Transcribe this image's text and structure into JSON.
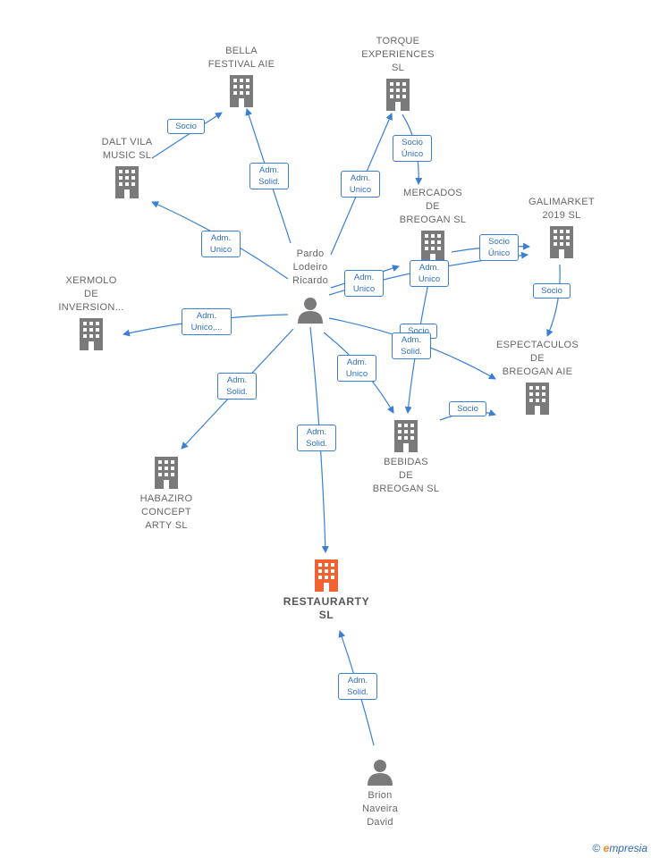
{
  "nodes": {
    "bella": {
      "label": "BELLA\nFESTIVAL  AIE"
    },
    "torque": {
      "label": "TORQUE\nEXPERIENCES\nSL"
    },
    "dalt": {
      "label": "DALT VILA\nMUSIC  SL"
    },
    "mercados": {
      "label": "MERCADOS\nDE\nBREOGAN  SL"
    },
    "galimarket": {
      "label": "GALIMARKET\n2019  SL"
    },
    "pardo": {
      "label": "Pardo\nLodeiro\nRicardo"
    },
    "xermolo": {
      "label": "XERMOLO\nDE\nINVERSION..."
    },
    "espectaculos": {
      "label": "ESPECTACULOS\nDE\nBREOGAN AIE"
    },
    "bebidas": {
      "label": "BEBIDAS\nDE\nBREOGAN  SL"
    },
    "habaziro": {
      "label": "HABAZIRO\nCONCEPT\nARTY  SL"
    },
    "restaurarty": {
      "label": "RESTAURARTY\nSL"
    },
    "brion": {
      "label": "Brion\nNaveira\nDavid"
    }
  },
  "edge_labels": {
    "dalt_bella": "Socio",
    "pardo_bella": "Adm.\nSolid.",
    "pardo_torque": "Adm.\nUnico",
    "torque_mercados": "Socio\nÚnico",
    "pardo_dalt": "Adm.\nUnico",
    "mercados_galimarket": "Socio\nÚnico",
    "pardo_mercados": "Adm.\nUnico",
    "pardo_galimarket": "Adm.\nUnico",
    "galimarket_espectaculos": "Socio",
    "pardo_xermolo": "Adm.\nUnico,...",
    "mercados_bebidas": "Socio",
    "pardo_espectaculos": "Adm.\nSolid.",
    "pardo_bebidas": "Adm.\nUnico",
    "bebidas_espectaculos": "Socio",
    "pardo_habaziro": "Adm.\nSolid.",
    "pardo_restaurarty": "Adm.\nSolid.",
    "brion_restaurarty": "Adm.\nSolid."
  },
  "colors": {
    "edge": "#3a7fd5",
    "building": "#7a7a7a",
    "focus_building": "#f0622f",
    "person": "#7a7a7a"
  },
  "footer": {
    "copyright": "©",
    "brand_initial": "e",
    "brand_rest": "mpresia"
  }
}
